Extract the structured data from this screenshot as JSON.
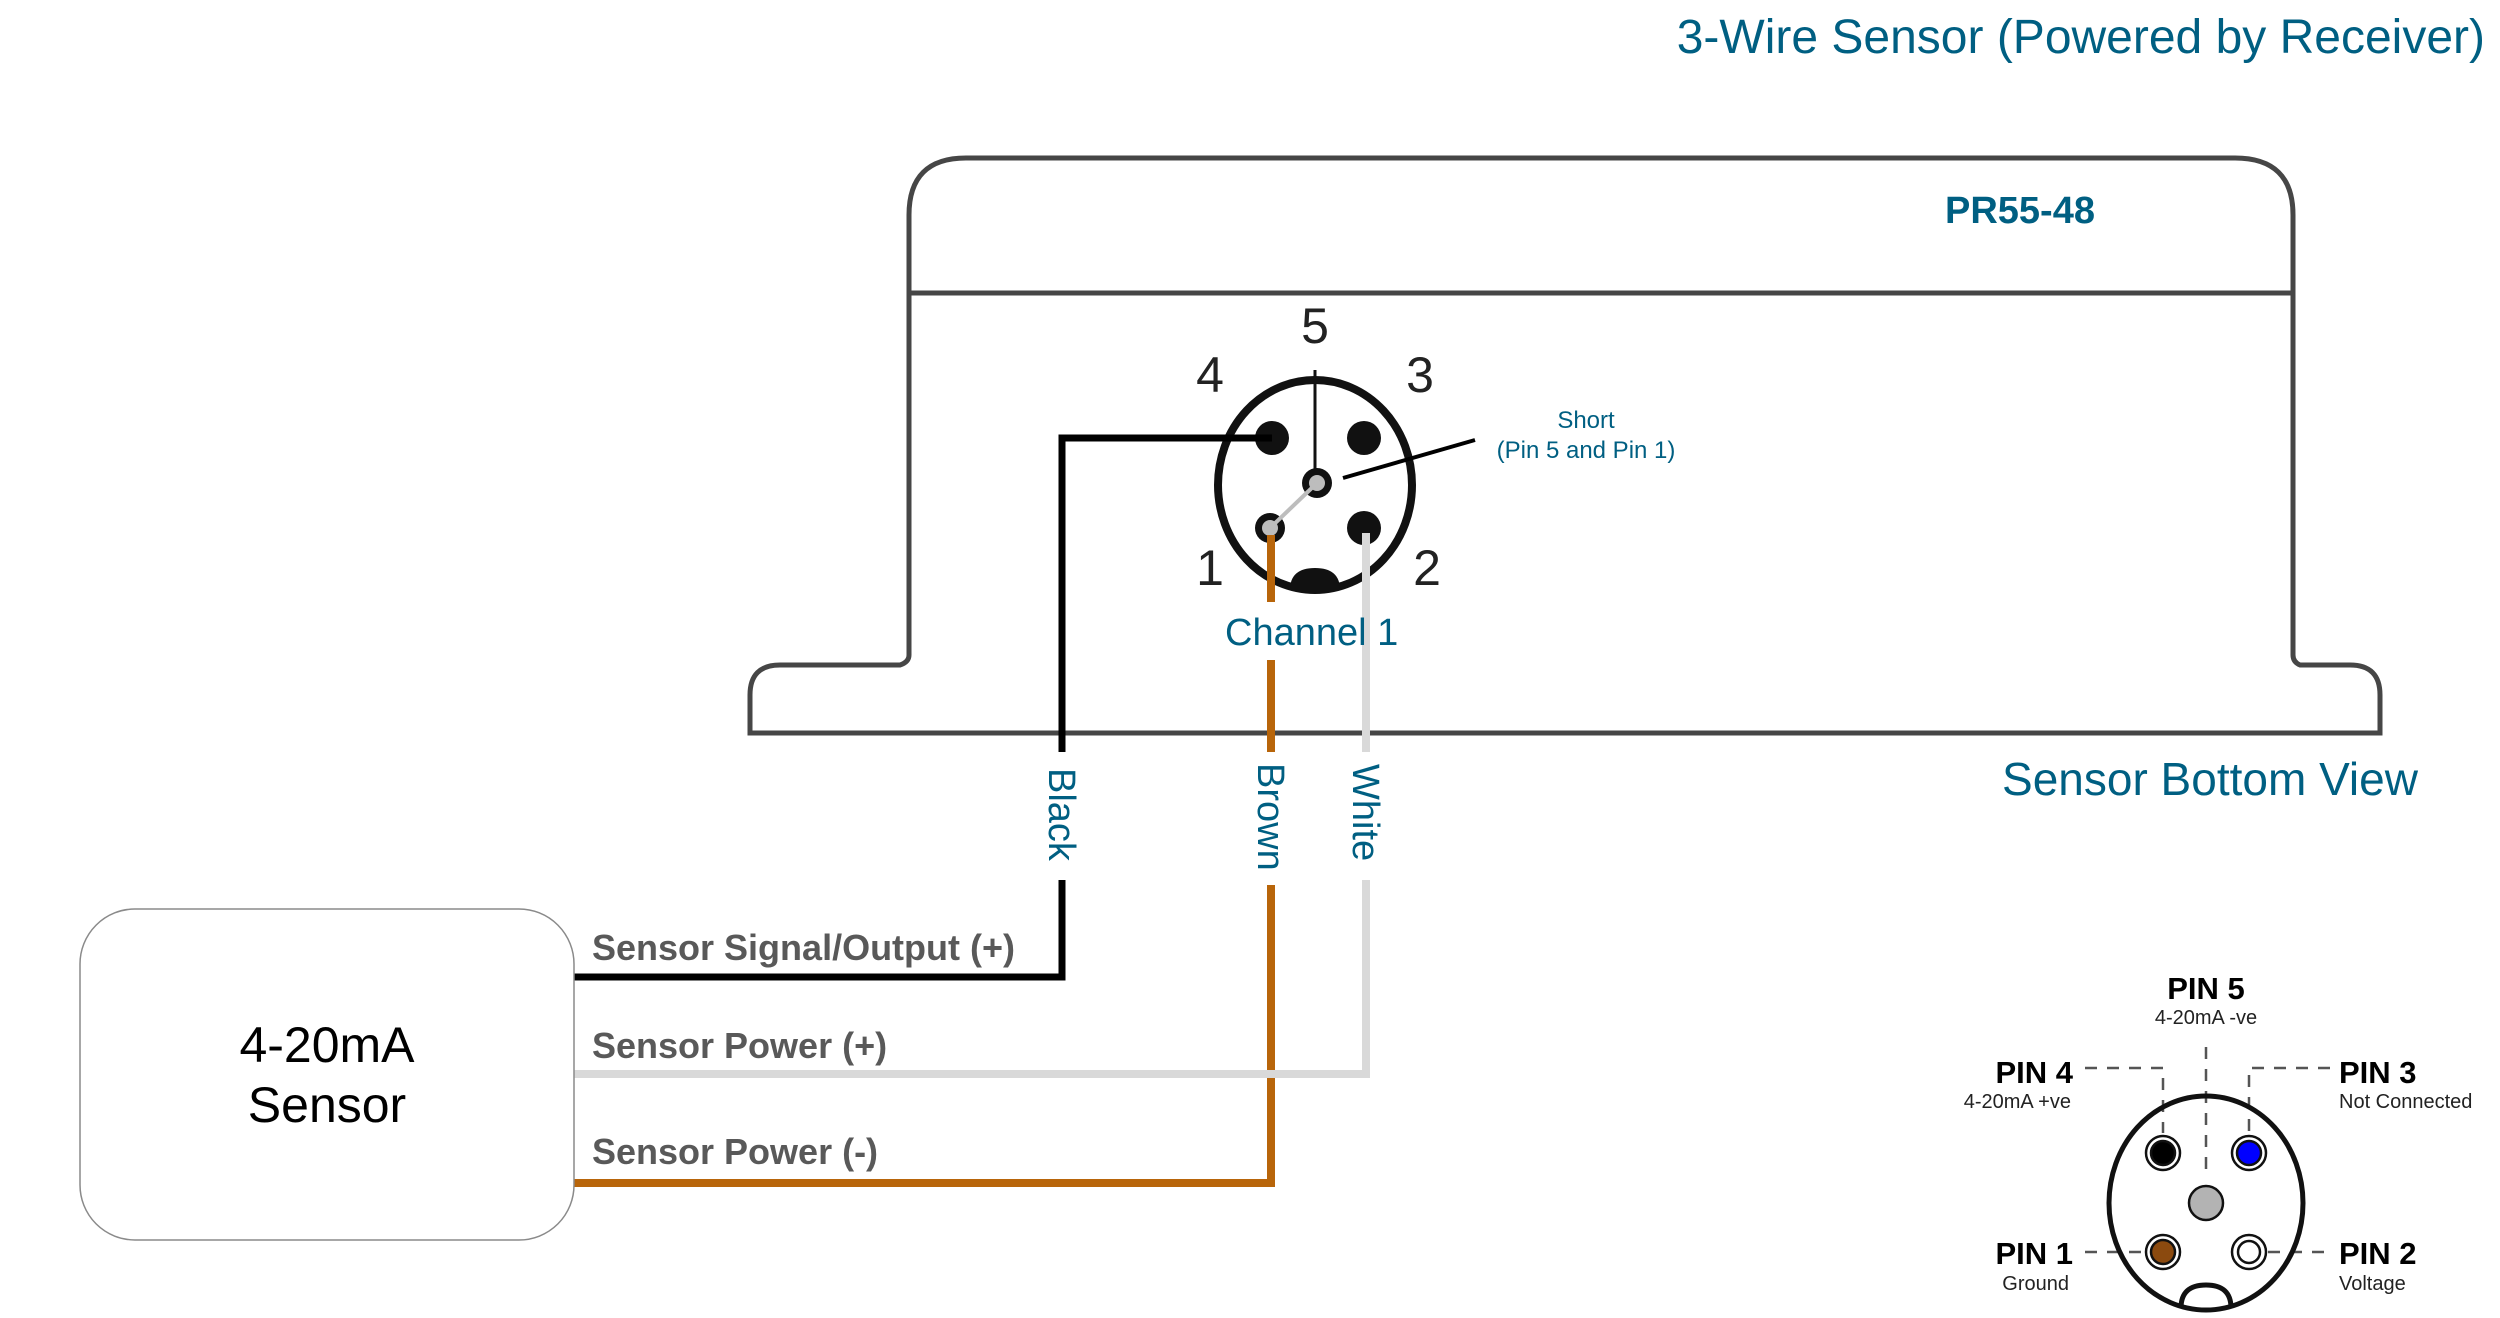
{
  "diagram": {
    "title": "3-Wire Sensor (Powered by Receiver)",
    "receiver": {
      "model": "PR55-48",
      "view_label": "Sensor Bottom View",
      "channel_label": "Channel 1",
      "pin_numbers": [
        "1",
        "2",
        "3",
        "4",
        "5"
      ],
      "short_note": {
        "line1": "Short",
        "line2": "(Pin 5 and Pin 1)"
      }
    },
    "sensor": {
      "line1": "4-20mA",
      "line2": "Sensor"
    },
    "wires": [
      {
        "color_name": "Black",
        "color": "#000000",
        "connection": "Sensor Signal/Output (+)",
        "pin": "4"
      },
      {
        "color_name": "White",
        "color": "#d9d9d9",
        "connection": "Sensor Power (+)",
        "pin": "2"
      },
      {
        "color_name": "Brown",
        "color": "#b8650a",
        "connection": "Sensor Power (-)",
        "pin": "1"
      }
    ],
    "pinout": [
      {
        "label": "PIN 5",
        "desc": "4-20mA -ve",
        "color": "#b3b3b3"
      },
      {
        "label": "PIN 4",
        "desc": "4-20mA +ve",
        "color": "#000000"
      },
      {
        "label": "PIN 3",
        "desc": "Not Connected",
        "color": "#0000ff"
      },
      {
        "label": "PIN 1",
        "desc": "Ground",
        "color": "#8b4a0f"
      },
      {
        "label": "PIN 2",
        "desc": "Voltage",
        "color": "#ffffff"
      }
    ],
    "colors": {
      "accent_text": "#005f82",
      "outline": "#464646",
      "connection_text": "#595959"
    }
  }
}
